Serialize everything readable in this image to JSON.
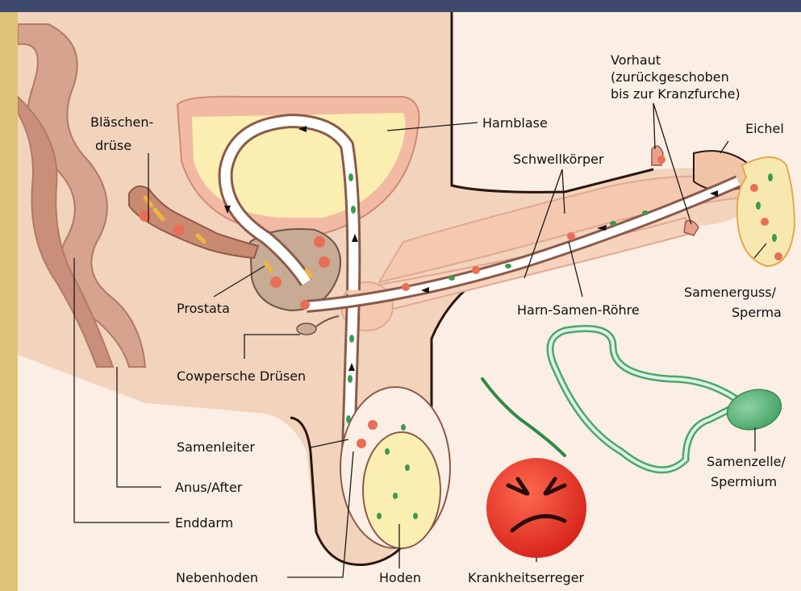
{
  "colors": {
    "header_bar": "#3d4a6d",
    "side_strip": "#dfc377",
    "background": "#fbeee4",
    "skin": "#f2d3bc",
    "colon": "#d5a38e",
    "bladder_wall": "#f2b9a3",
    "urine": "#fbeeb1",
    "prostate": "#c7ab94",
    "sperm": "#3b9a4f",
    "pathogen": "#e03a2c"
  },
  "labels": {
    "harnblase": "Harnblase",
    "blaeschendruese_1": "Bläschen-",
    "blaeschendruese_2": "drüse",
    "vorhaut_1": "Vorhaut",
    "vorhaut_2": "(zurückgeschoben",
    "vorhaut_3": "bis zur Kranzfurche)",
    "eichel": "Eichel",
    "schwellkoerper": "Schwellkörper",
    "prostata": "Prostata",
    "harn_samen_roehre": "Harn-Samen-Röhre",
    "samenerguss_1": "Samenerguss/",
    "samenerguss_2": "Sperma",
    "cowpersche": "Cowpersche Drüsen",
    "samenleiter": "Samenleiter",
    "samenzelle_1": "Samenzelle/",
    "samenzelle_2": "Spermium",
    "anus": "Anus/After",
    "enddarm": "Enddarm",
    "nebenhoden": "Nebenhoden",
    "hoden": "Hoden",
    "krankheitserreger": "Krankheitserreger"
  }
}
